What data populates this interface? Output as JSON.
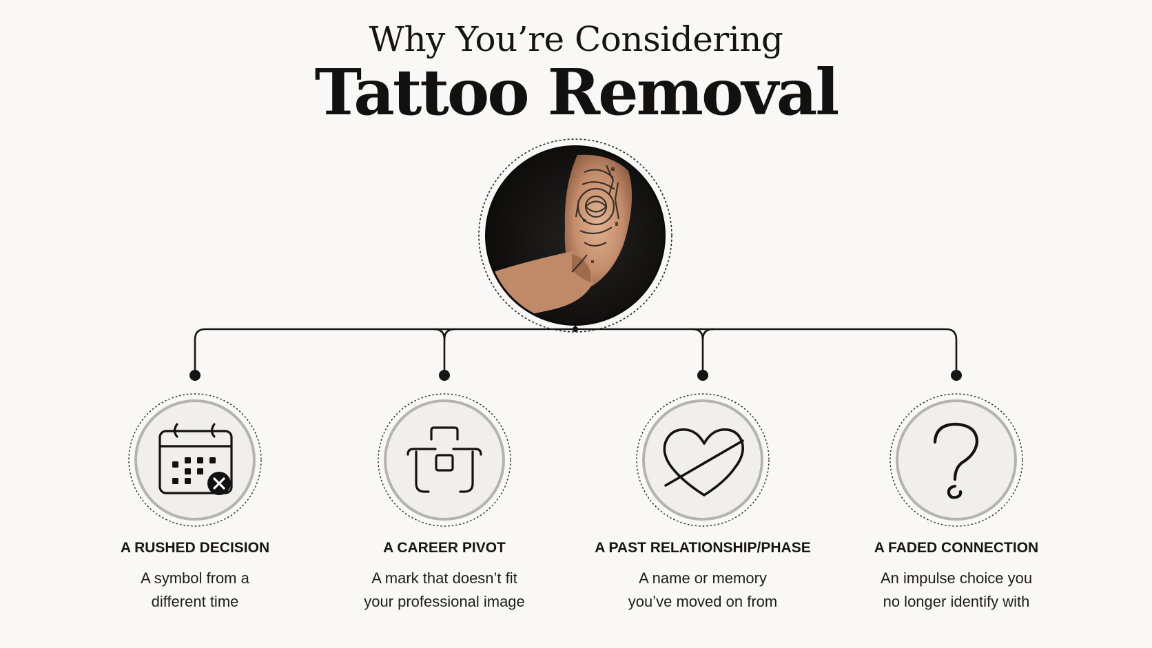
{
  "header": {
    "line1": "Why You’re Considering",
    "line2": "Tattoo Removal"
  },
  "center_image": {
    "icon": "tattooed-arm-photo"
  },
  "reasons": [
    {
      "icon": "calendar-x-icon",
      "title": "A RUSHED DECISION",
      "line1": "A symbol from a",
      "line2": "different time"
    },
    {
      "icon": "briefcase-icon",
      "title": "A CAREER PIVOT",
      "line1": "A mark that doesn’t fit",
      "line2": "your professional image"
    },
    {
      "icon": "crossed-heart-icon",
      "title": "A PAST RELATIONSHIP/PHASE",
      "line1": "A name or memory",
      "line2": "you’ve moved on from"
    },
    {
      "icon": "question-mark-icon",
      "title": "A FADED CONNECTION",
      "line1": "An impulse choice you",
      "line2": "no longer identify with"
    }
  ],
  "colors": {
    "background": "#f9f8f6",
    "ink": "#161616",
    "icon_circle_fill": "#f1efeb",
    "icon_circle_ring": "#b5b3af"
  }
}
